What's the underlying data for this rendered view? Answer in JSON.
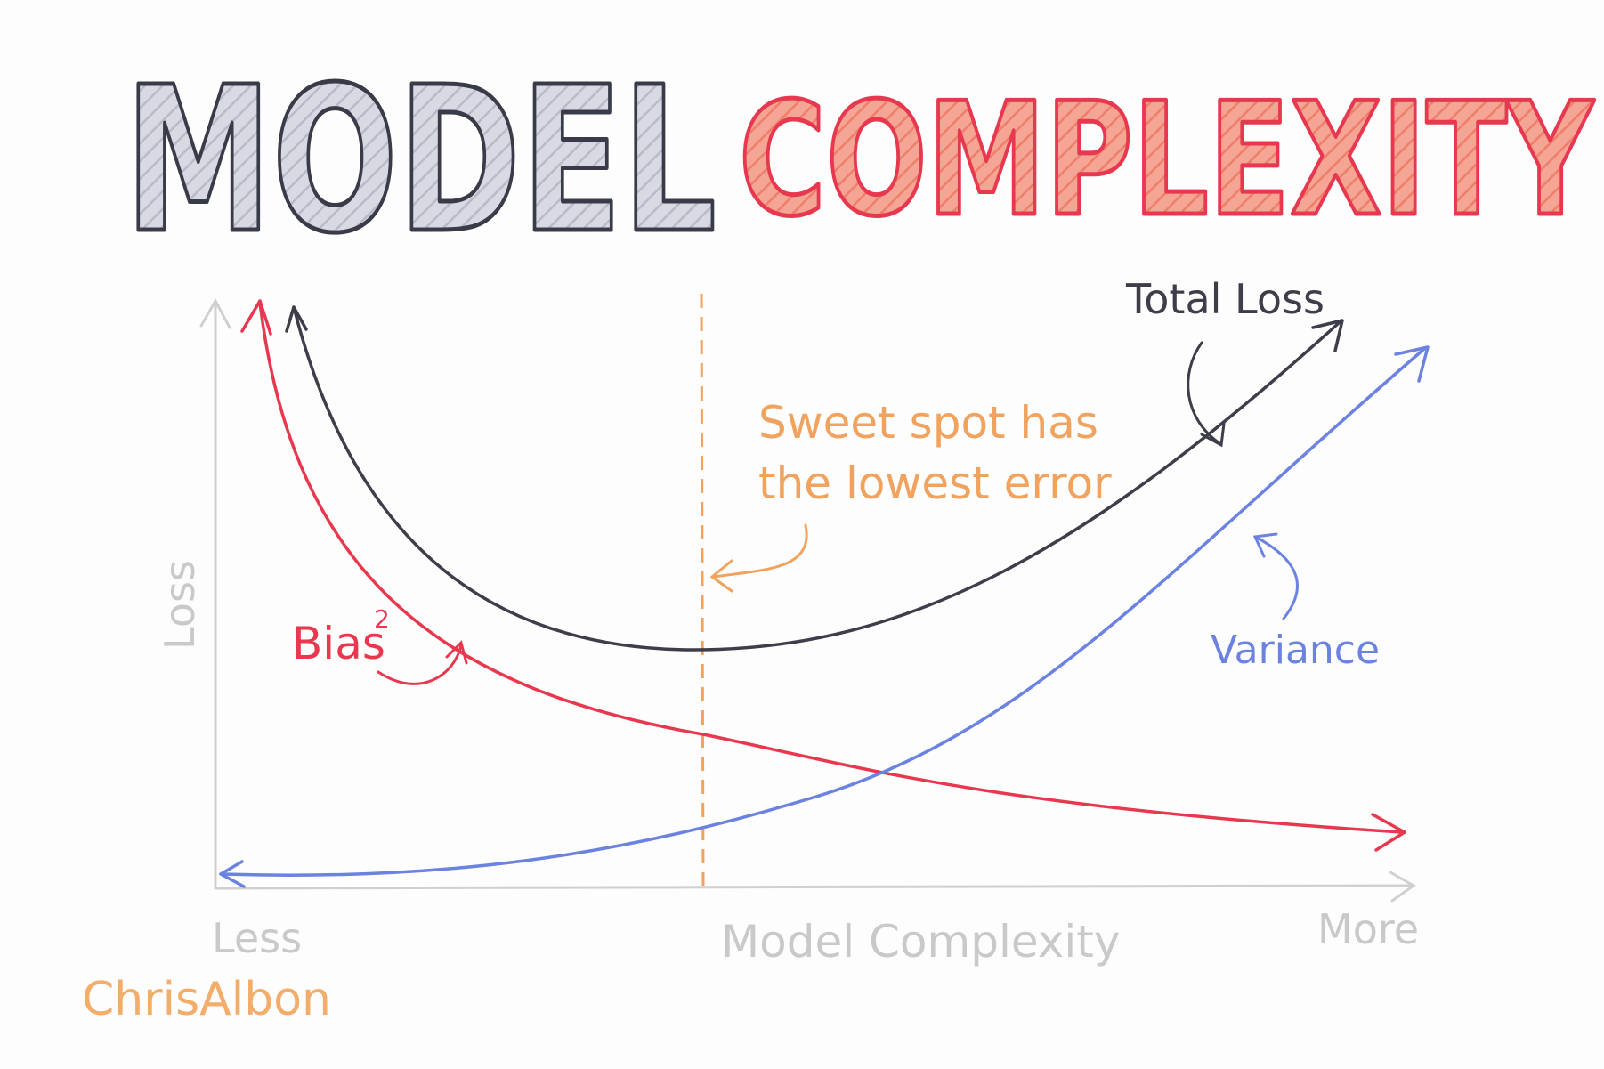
{
  "title": {
    "word1": "MODEL",
    "word2": "COMPLEXITY"
  },
  "colors": {
    "title_word1_outline": "#3a3b49",
    "title_word1_fill": "#cfcfdc",
    "title_word2_outline": "#e8384f",
    "title_word2_fill": "#f2937f",
    "axis": "#d0d0d0",
    "bias": "#e8384f",
    "variance": "#6b82e0",
    "total_loss": "#3d3e4a",
    "sweet_spot": "#f0a35e",
    "signature": "#f3ad6b"
  },
  "axes": {
    "y_label": "Loss",
    "x_label": "Model Complexity",
    "x_low": "Less",
    "x_high": "More"
  },
  "curves": {
    "bias": "Bias",
    "bias_superscript": "2",
    "variance": "Variance",
    "total_loss": "Total Loss"
  },
  "annotation": {
    "line1": "Sweet spot has",
    "line2": "the lowest error"
  },
  "signature": "ChrisAlbon"
}
